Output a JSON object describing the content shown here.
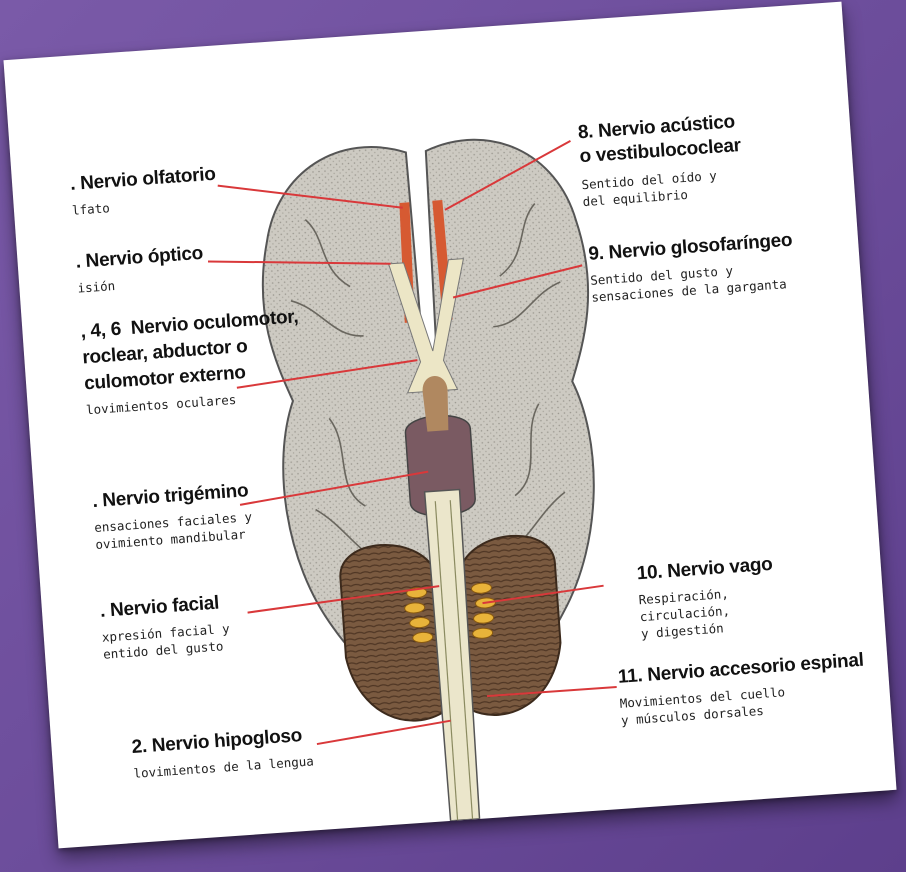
{
  "colors": {
    "background": "#6b4c9a",
    "paper": "#ffffff",
    "brain_gray": "#c9c6be",
    "leader_line": "#d9383a",
    "cerebellum": "#6e5039",
    "brainstem": "#e9e4c8"
  },
  "labels": [
    {
      "id": "olfatorio",
      "title": ". Nervio olfatorio",
      "desc": [
        "lfato"
      ]
    },
    {
      "id": "optico",
      "title": ". Nervio óptico",
      "desc": [
        "isión"
      ]
    },
    {
      "id": "oculomotor",
      "title": ", 4, 6  Nervio oculomotor,|roclear, abductor o|culomotor externo",
      "desc": [
        "lovimientos oculares"
      ]
    },
    {
      "id": "trigemino",
      "title": ". Nervio trigémino",
      "desc": [
        "ensaciones faciales y",
        "ovimiento mandibular"
      ]
    },
    {
      "id": "facial",
      "title": ". Nervio facial",
      "desc": [
        "xpresión facial y",
        "entido del gusto"
      ]
    },
    {
      "id": "hipogloso",
      "title": "2. Nervio hipogloso",
      "desc": [
        "lovimientos de la lengua"
      ]
    },
    {
      "id": "acustico",
      "title": "8. Nervio acústico|o vestibulococlear",
      "desc": [
        "Sentido del oído y",
        "del equilibrio"
      ]
    },
    {
      "id": "glosofaringeo",
      "title": "9. Nervio glosofaríngeo",
      "desc": [
        "Sentido del gusto y",
        "sensaciones de la garganta"
      ]
    },
    {
      "id": "vago",
      "title": "10. Nervio vago",
      "desc": [
        "Respiración,",
        "circulación,",
        "y digestión"
      ]
    },
    {
      "id": "accesorio",
      "title": "11. Nervio accesorio espinal",
      "desc": [
        "Movimientos del cuello",
        "y músculos dorsales"
      ]
    }
  ]
}
